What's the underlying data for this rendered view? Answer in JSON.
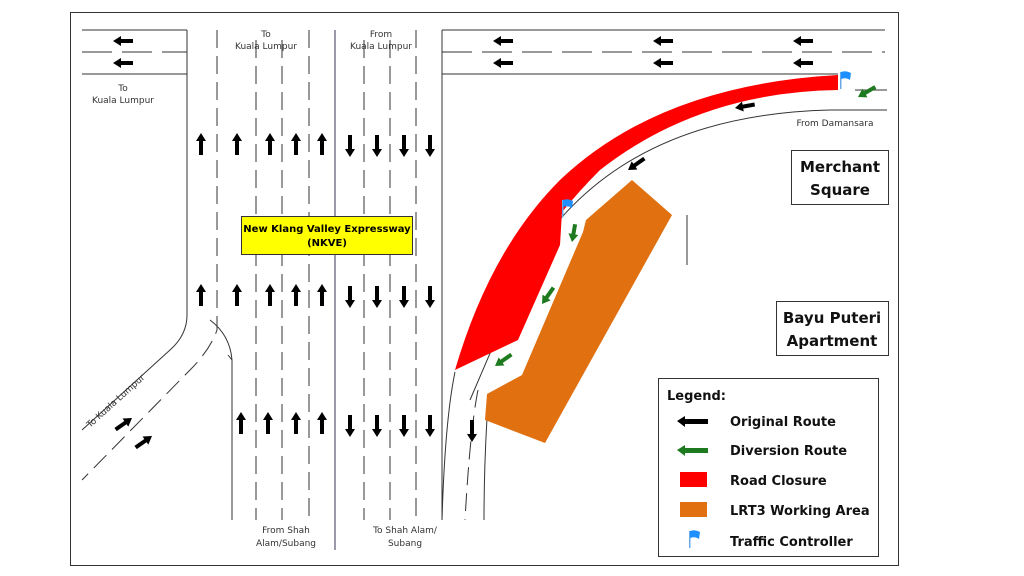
{
  "labels": {
    "top_left_to": "To",
    "top_left_kl": "Kuala Lumpur",
    "to_kl_top_1": "To",
    "to_kl_top_2": "Kuala Lumpur",
    "from_kl_1": "From",
    "from_kl_2": "Kuala Lumpur",
    "from_shah_1": "From Shah",
    "from_shah_2": "Alam/Subang",
    "to_shah_1": "To Shah Alam/",
    "to_shah_2": "Subang",
    "to_kl_ramp": "To Kuala Lumpur",
    "from_damansara": "From Damansara"
  },
  "nkve": {
    "line1": "New Klang Valley Expressway",
    "line2": "(NKVE)"
  },
  "places": {
    "merchant_1": "Merchant",
    "merchant_2": "Square",
    "bayu_1": "Bayu Puteri",
    "bayu_2": "Apartment"
  },
  "legend": {
    "title": "Legend:",
    "items": [
      {
        "label": "Original Route",
        "color": "#000000"
      },
      {
        "label": "Diversion Route",
        "color": "#1e7a1e"
      },
      {
        "label": "Road Closure",
        "color": "#ff0000"
      },
      {
        "label": "LRT3 Working Area",
        "color": "#e07010"
      },
      {
        "label": "Traffic Controller",
        "color": "#1e90ff"
      }
    ]
  }
}
